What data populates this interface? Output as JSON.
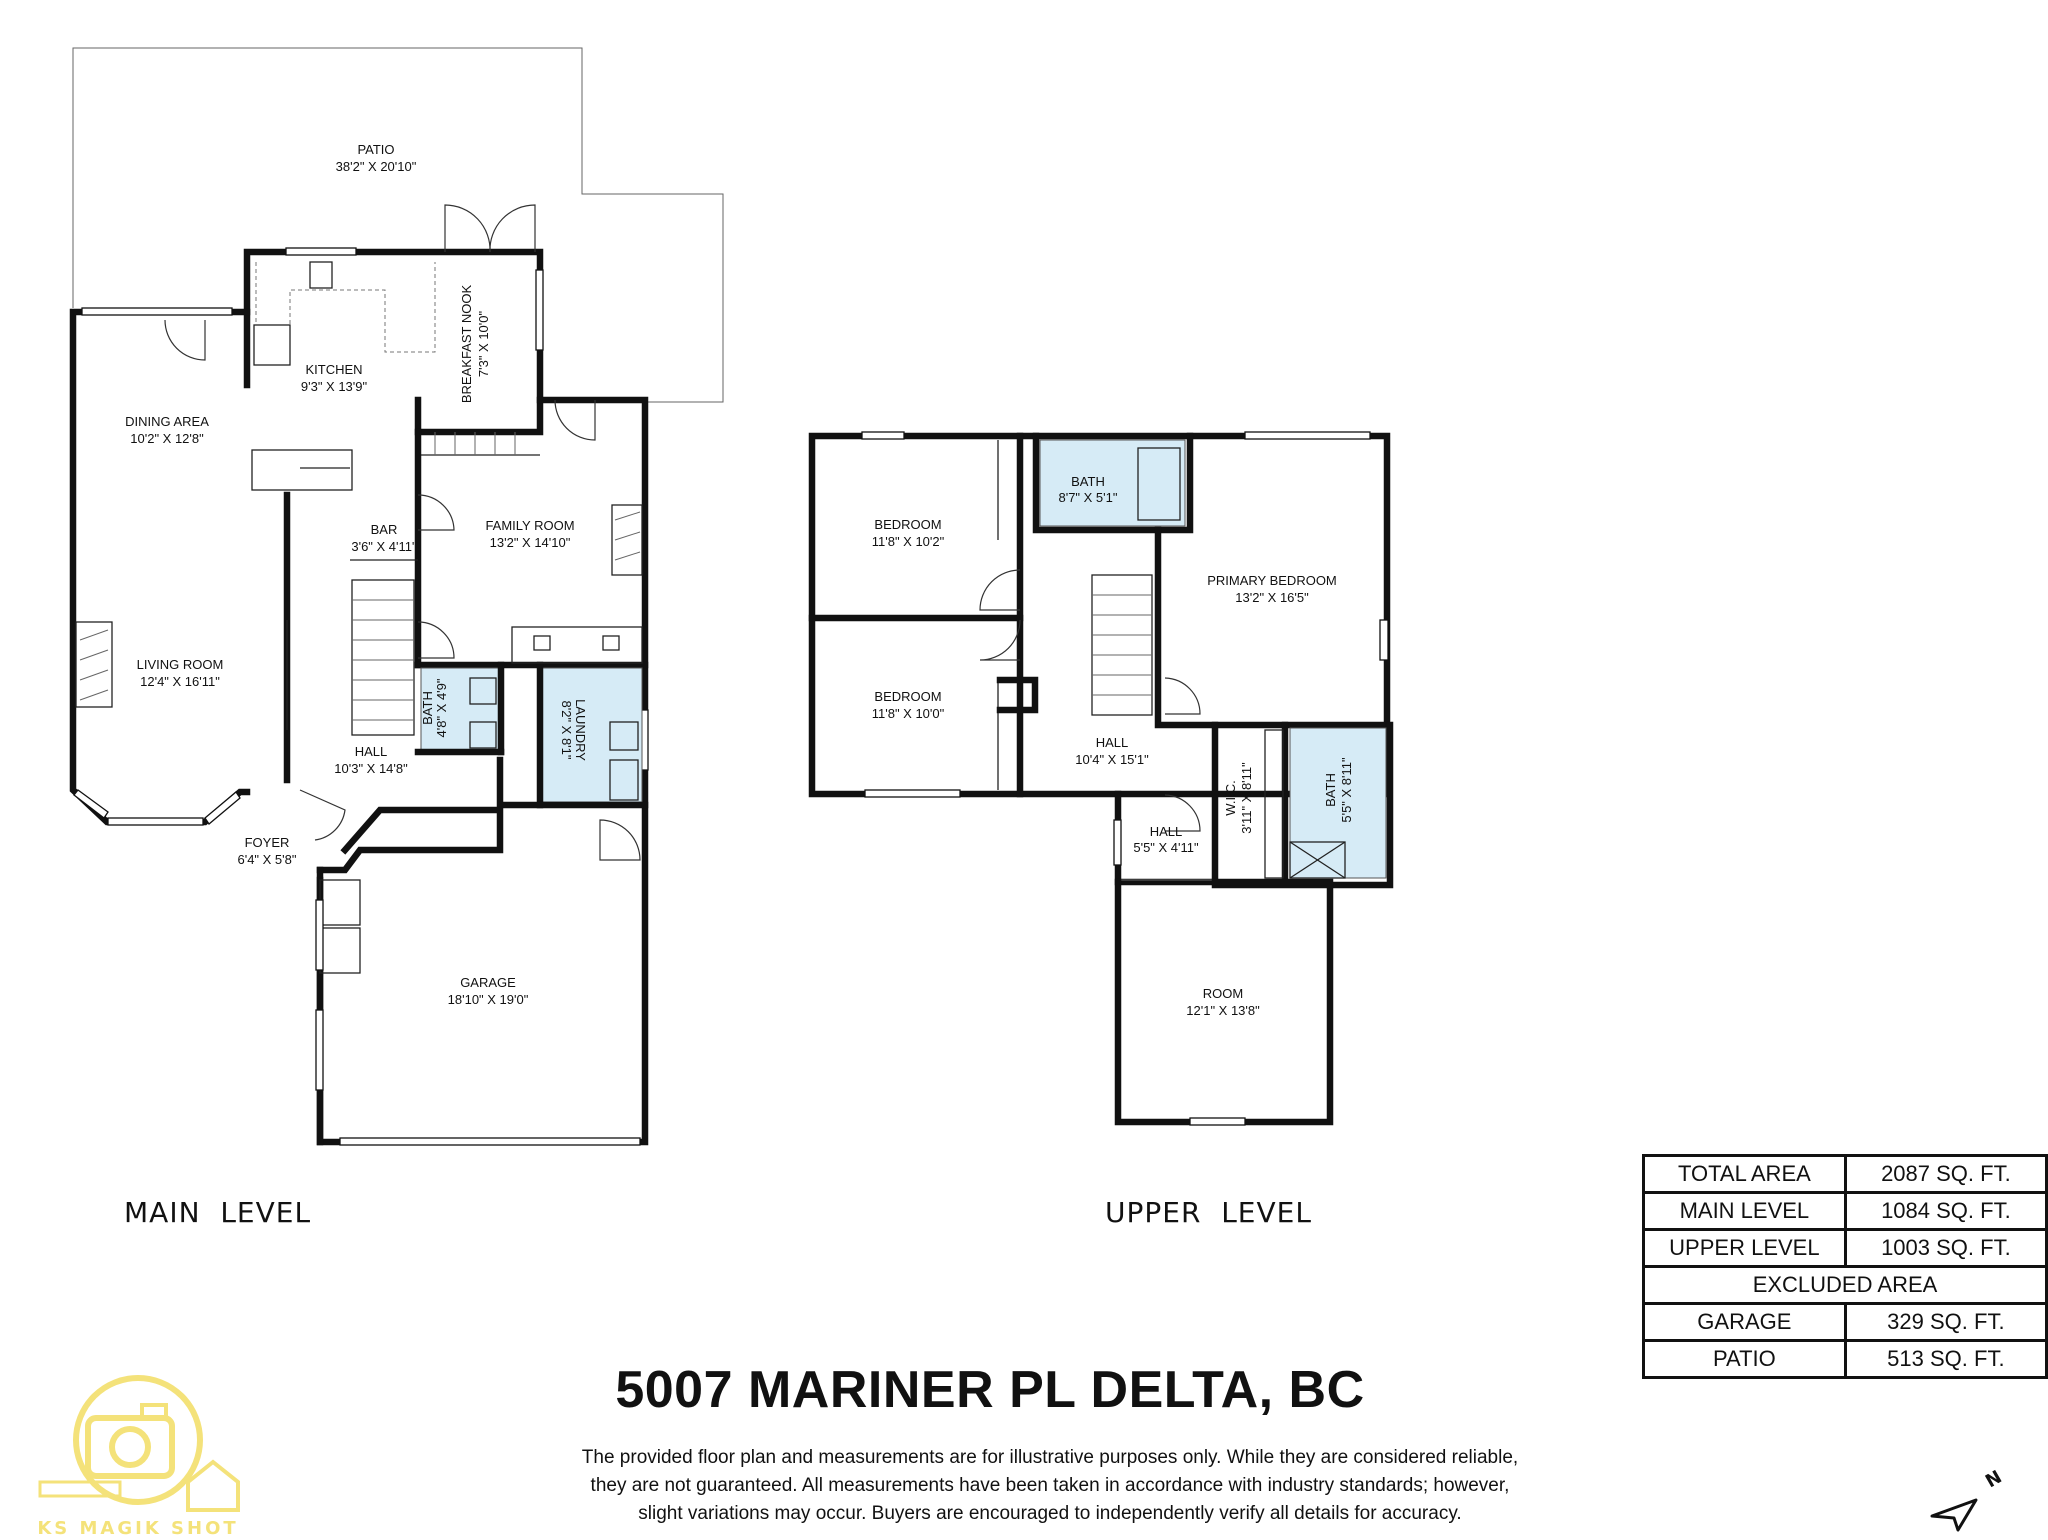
{
  "levels": {
    "main_label": "MAIN  LEVEL",
    "upper_label": "UPPER  LEVEL"
  },
  "rooms": {
    "patio": {
      "name": "PATIO",
      "dims": "38'2\" X 20'10\""
    },
    "kitchen": {
      "name": "KITCHEN",
      "dims": "9'3\" X 13'9\""
    },
    "breakfast_nook": {
      "name": "BREAKFAST NOOK",
      "dims": "7'3\" X 10'0\""
    },
    "dining_area": {
      "name": "DINING AREA",
      "dims": "10'2\" X 12'8\""
    },
    "family_room": {
      "name": "FAMILY ROOM",
      "dims": "13'2\" X 14'10\""
    },
    "bar": {
      "name": "BAR",
      "dims": "3'6\" X 4'11\""
    },
    "living_room": {
      "name": "LIVING ROOM",
      "dims": "12'4\" X 16'11\""
    },
    "main_bath": {
      "name": "BATH",
      "dims": "4'8\" X 4'9\""
    },
    "laundry": {
      "name": "LAUNDRY",
      "dims": "8'2\" X 8'1\""
    },
    "main_hall": {
      "name": "HALL",
      "dims": "10'3\" X 14'8\""
    },
    "foyer": {
      "name": "FOYER",
      "dims": "6'4\" X 5'8\""
    },
    "garage": {
      "name": "GARAGE",
      "dims": "18'10\" X 19'0\""
    },
    "bedroom_1": {
      "name": "BEDROOM",
      "dims": "11'8\" X 10'2\""
    },
    "upper_bath": {
      "name": "BATH",
      "dims": "8'7\" X 5'1\""
    },
    "primary_bedroom": {
      "name": "PRIMARY BEDROOM",
      "dims": "13'2\" X 16'5\""
    },
    "bedroom_2": {
      "name": "BEDROOM",
      "dims": "11'8\" X 10'0\""
    },
    "upper_hall": {
      "name": "HALL",
      "dims": "10'4\" X 15'1\""
    },
    "small_hall": {
      "name": "HALL",
      "dims": "5'5\" X 4'11\""
    },
    "wic": {
      "name": "W.I.C.",
      "dims": "3'11\" X 8'11\""
    },
    "ensuite_bath": {
      "name": "BATH",
      "dims": "5'5\" X 8'11\""
    },
    "room": {
      "name": "ROOM",
      "dims": "12'1\" X 13'8\""
    }
  },
  "areas": {
    "total_label": "TOTAL AREA",
    "total_value": "2087 SQ. FT.",
    "main_label": "MAIN LEVEL",
    "main_value": "1084 SQ. FT.",
    "upper_label": "UPPER LEVEL",
    "upper_value": "1003 SQ. FT.",
    "excluded_label": "EXCLUDED AREA",
    "garage_label": "GARAGE",
    "garage_value": "329 SQ. FT.",
    "patio_label": "PATIO",
    "patio_value": "513 SQ. FT."
  },
  "address": "5007 MARINER PL DELTA, BC",
  "disclaimer": {
    "line1": "The provided floor plan and measurements are for illustrative purposes only. While they are considered reliable,",
    "line2": "they are not guaranteed. All measurements have been taken in accordance with industry standards; however,",
    "line3": "slight variations may occur. Buyers are encouraged to independently verify all details for accuracy."
  },
  "logo": {
    "text": "KS MAGIK SHOT",
    "color": "#f4e27a"
  },
  "compass": {
    "letter": "N"
  },
  "colors": {
    "wet_area": "#d6ebf6",
    "wall": "#111111"
  }
}
